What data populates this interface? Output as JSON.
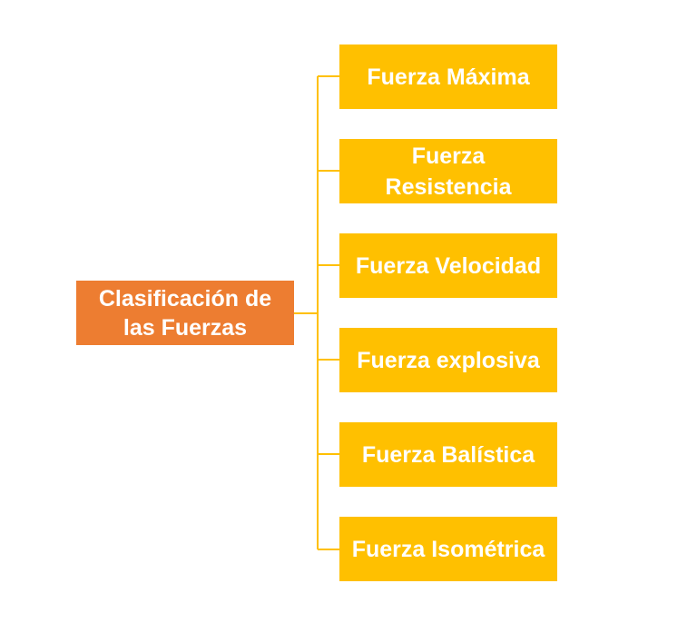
{
  "root": {
    "label": "Clasificación de las Fuerzas",
    "color": "#ED7D31"
  },
  "children": [
    {
      "label": "Fuerza Máxima"
    },
    {
      "label": "Fuerza Resistencia"
    },
    {
      "label": "Fuerza Velocidad"
    },
    {
      "label": "Fuerza explosiva"
    },
    {
      "label": "Fuerza Balística"
    },
    {
      "label": "Fuerza Isométrica"
    }
  ],
  "child_color": "#FFC000",
  "connector_color": "#FFC000"
}
